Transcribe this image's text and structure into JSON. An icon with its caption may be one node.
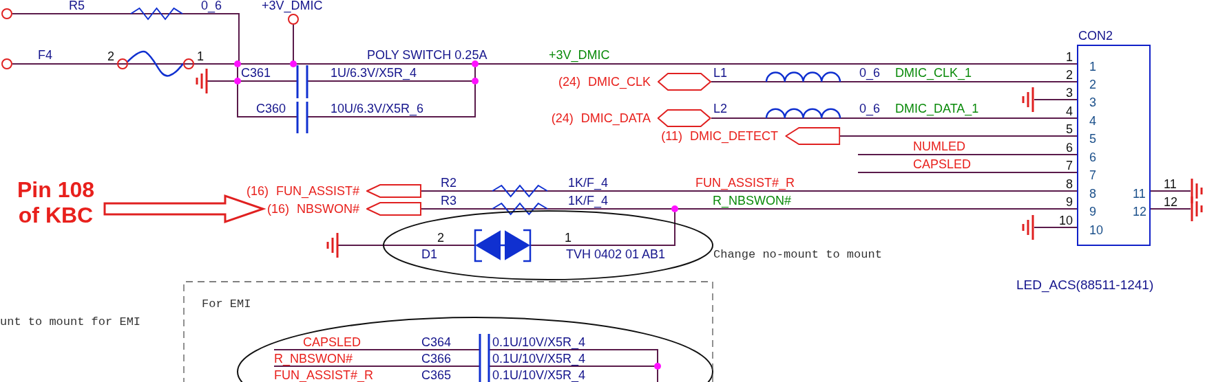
{
  "diagram": {
    "nodes": [
      {
        "text": [
          "Pin 108 of KBC"
        ]
      },
      {
        "text": [
          "(24) DMIC_CLK"
        ]
      },
      {
        "text": [
          "(24) DMIC_DATA"
        ]
      },
      {
        "text": [
          "(11) DMIC_DETECT"
        ]
      },
      {
        "text": [
          "(16) FUN_ASSIST#"
        ]
      },
      {
        "text": [
          "(16) NBSWON#"
        ]
      },
      {
        "text": [
          "CON2"
        ],
        "beside": [
          "LED_ACS(88511-1241)"
        ]
      },
      {
        "text": [],
        "shape": "circle"
      },
      {
        "text": [],
        "shape": "circle"
      },
      {
        "text": [],
        "shape": "circle"
      },
      {
        "text": [],
        "shape": "ground"
      },
      {
        "text": [],
        "shape": "ground"
      },
      {
        "text": [],
        "shape": "ground"
      },
      {
        "text": [],
        "shape": "ground"
      }
    ],
    "edges": [
      {
        "from": 0,
        "to": 5,
        "arrow": "to",
        "style": "thick"
      },
      {
        "from": 8,
        "to": 6,
        "arrow": "none"
      },
      {
        "from": 7,
        "to": 6,
        "arrow": "none"
      },
      {
        "from": 9,
        "to": 6,
        "arrow": "none"
      },
      {
        "from": 1,
        "to": 6,
        "arrow": "none"
      },
      {
        "from": 2,
        "to": 6,
        "arrow": "none"
      },
      {
        "from": 3,
        "to": 6,
        "arrow": "none"
      },
      {
        "from": 4,
        "to": 6,
        "arrow": "none"
      },
      {
        "from": 5,
        "to": 6,
        "arrow": "none"
      },
      {
        "from": 10,
        "to": 6,
        "arrow": "none"
      },
      {
        "from": 11,
        "to": 6,
        "arrow": "none"
      },
      {
        "from": 6,
        "to": 12,
        "arrow": "none"
      },
      {
        "from": 6,
        "to": 13,
        "arrow": "none"
      },
      {
        "from": null,
        "to": 6,
        "arrow": "none",
        "label": "NUMLED"
      },
      {
        "from": null,
        "to": 6,
        "arrow": "none",
        "label": "CAPSLED"
      }
    ],
    "labels": [
      "R5",
      "0_6",
      "+3V_DMIC",
      "F4",
      "2",
      "1",
      "POLY SWITCH 0.25A",
      "+3V_DMIC",
      "C361",
      "1U/6.3V/X5R_4",
      "C360",
      "10U/6.3V/X5R_6",
      "L1",
      "0_6",
      "DMIC_CLK_1",
      "L2",
      "0_6",
      "DMIC_DATA_1",
      "1",
      "2",
      "3",
      "4",
      "5",
      "6",
      "7",
      "8",
      "9",
      "10",
      "1",
      "2",
      "3",
      "4",
      "5",
      "6",
      "7",
      "8",
      "9",
      "10",
      "11",
      "12",
      "11",
      "12",
      "R2",
      "1K/F_4",
      "FUN_ASSIST#_R",
      "R3",
      "1K/F_4",
      "R_NBSWON#",
      "2",
      "1",
      "D1",
      "TVH 0402 01 AB1",
      "Change no-mount to mount",
      "For EMI",
      "unt to mount for EMI",
      "CAPSLED",
      "C364",
      "0.1U/10V/X5R_4",
      "R_NBSWON#",
      "C366",
      "0.1U/10V/X5R_4",
      "FUN_ASSIST#_R",
      "C365",
      "0.1U/10V/X5R_4"
    ]
  }
}
